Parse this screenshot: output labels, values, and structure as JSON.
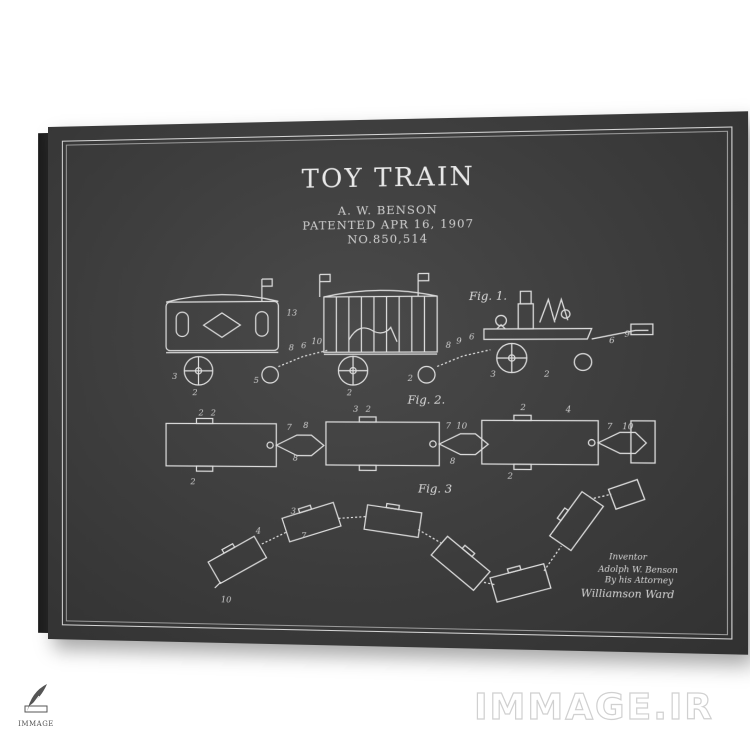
{
  "poster": {
    "title": "TOY TRAIN",
    "inventor_line": "A. W. BENSON",
    "patent_line": "PATENTED APR 16, 1907",
    "number_line": "NO.850,514",
    "fig1_label": "Fig. 1.",
    "fig2_label": "Fig. 2.",
    "fig3_label": "Fig. 3",
    "inventor_caption": "Inventor",
    "inventor_name": "Adolph W. Benson",
    "attorney_line": "By his Attorney",
    "signature": "Williamson Ward"
  },
  "watermark": {
    "text": "IMMAGE.IR",
    "logo_text": "IMMAGE"
  },
  "colors": {
    "canvas": "#3c3c3c",
    "ink": "#dcdcdc",
    "background": "#ffffff"
  }
}
